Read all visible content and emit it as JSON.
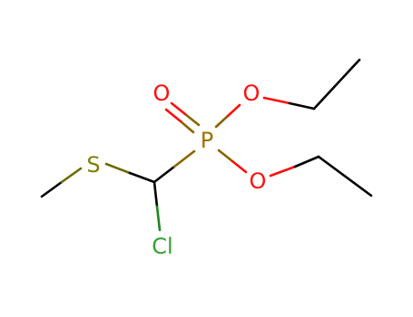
{
  "molecule": {
    "atoms": {
      "s": {
        "symbol": "S",
        "color": "#808000"
      },
      "cl": {
        "symbol": "Cl",
        "color": "#33a033"
      },
      "p": {
        "symbol": "P",
        "color": "#a07000"
      },
      "o_double": {
        "symbol": "O",
        "color": "#ff0d0d"
      },
      "o_ester_top": {
        "symbol": "O",
        "color": "#ff0d0d"
      },
      "o_ester_bottom": {
        "symbol": "O",
        "color": "#ff0d0d"
      }
    },
    "bond_colors": {
      "carbon": "#000000",
      "sulfur": "#6b6b00",
      "chlorine": "#1a8a1a",
      "phosphorus": "#8b6400",
      "oxygen": "#ff0d0d"
    }
  }
}
